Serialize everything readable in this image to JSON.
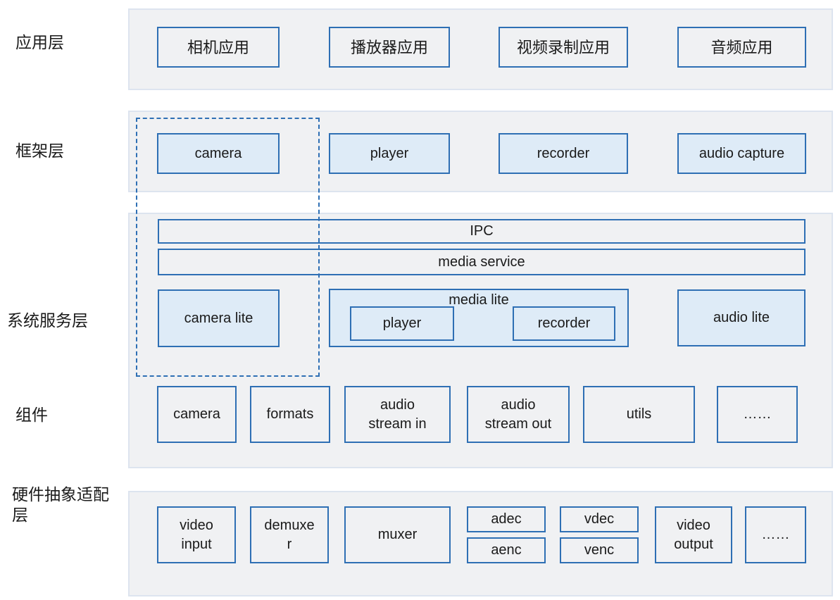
{
  "colors": {
    "accent": "#2E6FB4",
    "light_blue_fill": "#DEEBF7",
    "band_fill": "#F0F1F3",
    "band_border": "#DDE4EF",
    "text": "#1A1A1A"
  },
  "app_layer": {
    "label": "应用层",
    "boxes": [
      {
        "label": "相机应用"
      },
      {
        "label": "播放器应用"
      },
      {
        "label": "视频录制应用"
      },
      {
        "label": "音频应用"
      }
    ]
  },
  "framework_layer": {
    "label": "框架层",
    "boxes": [
      {
        "label": "camera"
      },
      {
        "label": "player"
      },
      {
        "label": "recorder"
      },
      {
        "label": "audio capture"
      }
    ]
  },
  "system_service_layer": {
    "label": "系统服务层",
    "ipc_bar": {
      "label": "IPC"
    },
    "media_service_bar": {
      "label": "media service"
    },
    "camera_lite": {
      "label": "camera lite"
    },
    "media_lite": {
      "label": "media lite",
      "children": [
        {
          "label": "player"
        },
        {
          "label": "recorder"
        }
      ]
    },
    "audio_lite": {
      "label": "audio lite"
    }
  },
  "components_layer": {
    "label": "组件",
    "boxes": [
      {
        "label": "camera"
      },
      {
        "label": "formats"
      },
      {
        "label": "audio stream in"
      },
      {
        "label": "audio stream out"
      },
      {
        "label": "utils"
      },
      {
        "label": "……"
      }
    ]
  },
  "hal_layer": {
    "label": "硬件抽象适配层",
    "boxes": [
      {
        "label": "video input"
      },
      {
        "label": "demuxer"
      },
      {
        "label": "muxer"
      },
      {
        "label": "adec"
      },
      {
        "label": "aenc"
      },
      {
        "label": "vdec"
      },
      {
        "label": "venc"
      },
      {
        "label": "video output"
      },
      {
        "label": "……"
      }
    ]
  }
}
